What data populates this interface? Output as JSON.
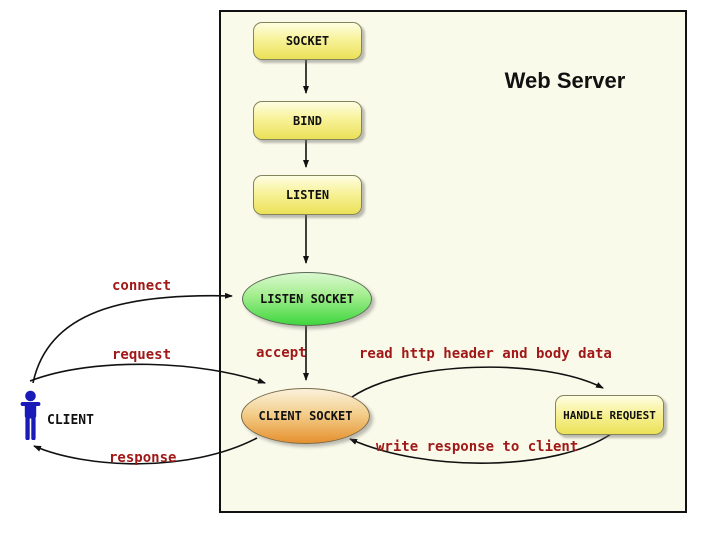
{
  "diagram": {
    "title": "Web Server",
    "nodes": {
      "socket": "SOCKET",
      "bind": "BIND",
      "listen": "LISTEN",
      "listen_socket": "LISTEN SOCKET",
      "client_socket": "CLIENT SOCKET",
      "handle_request": "HANDLE REQUEST"
    },
    "actor": {
      "label": "CLIENT"
    },
    "edge_labels": {
      "connect": "connect",
      "request": "request",
      "response": "response",
      "accept": "accept",
      "read_http": "read http header and body data",
      "write_response": "write response to client"
    },
    "colors": {
      "page_background": "#ffffff",
      "server_box_background": "#fafaea",
      "server_box_border": "#111111",
      "yellow_node_top": "#fefee2",
      "yellow_node_bottom": "#ebe158",
      "green_node_top": "#d9f8d0",
      "green_node_bottom": "#3fd63f",
      "orange_node_top": "#faf2dc",
      "orange_node_bottom": "#e6912f",
      "edge_label_red": "#a01818",
      "actor_blue": "#1a1ab8",
      "arrow_black": "#111111"
    }
  }
}
